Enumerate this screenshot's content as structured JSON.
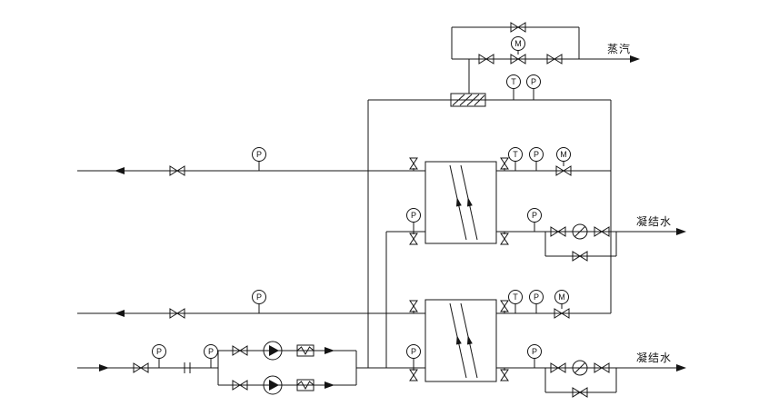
{
  "diagram": {
    "labels": {
      "steam": "蒸汽",
      "condensate_top": "凝结水",
      "condensate_bottom": "凝结水"
    },
    "gauge_letters": {
      "pressure": "P",
      "temperature": "T",
      "motor": "M"
    },
    "colors": {
      "line": "#141414",
      "background": "#ffffff"
    }
  }
}
